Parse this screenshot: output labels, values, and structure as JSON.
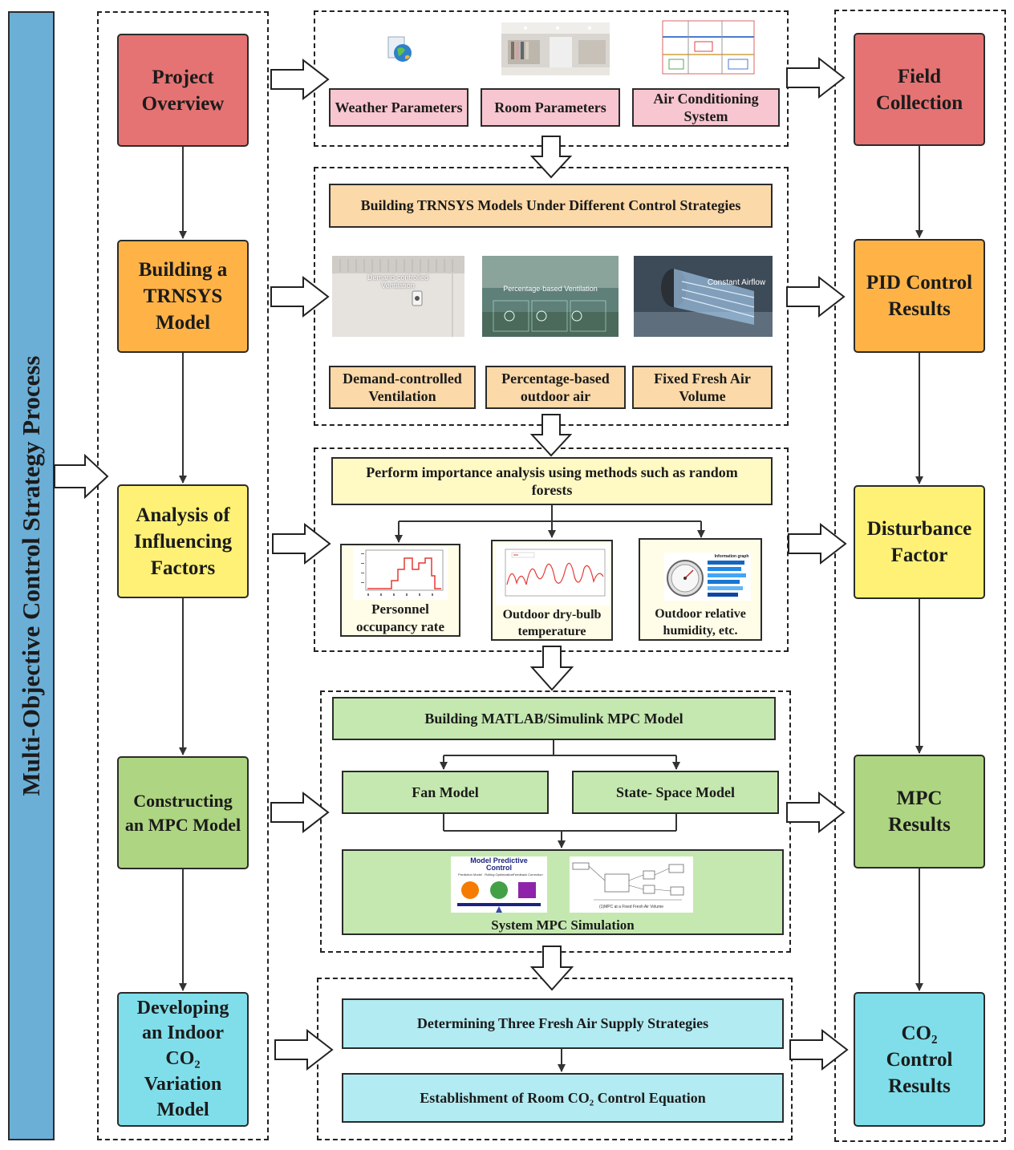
{
  "side_label": "Multi-Objective Control Strategy Process",
  "left_column": {
    "project_overview": "Project Overview",
    "building_trnsys": "Building a TRNSYS Model",
    "analysis_factors": "Analysis of Influencing Factors",
    "constructing_mpc": "Constructing an MPC Model",
    "developing_co2": "Developing an Indoor CO₂ Variation Model"
  },
  "right_column": {
    "field_collection": "Field Collection",
    "pid_results": "PID Control Results",
    "disturbance_factor": "Disturbance Factor",
    "mpc_results": "MPC Results",
    "co2_results": "CO₂ Control Results"
  },
  "section1": {
    "weather": "Weather Parameters",
    "room": "Room Parameters",
    "air_conditioning": "Air Conditioning System"
  },
  "section2": {
    "header": "Building TRNSYS Models Under Different Control Strategies",
    "demand": "Demand-controlled Ventilation",
    "percentage": "Percentage-based outdoor air",
    "fixed": "Fixed Fresh Air Volume",
    "photo1_caption": "Demand-controlled Ventilation",
    "photo2_caption": "Percentage-based Ventilation",
    "photo3_caption": "Constant Airflow"
  },
  "section3": {
    "header": "Perform importance analysis using methods such as random forests",
    "occupancy": "Personnel occupancy rate",
    "drybulb": "Outdoor dry-bulb temperature",
    "humidity": "Outdoor relative humidity, etc.",
    "humidity_chart_title": "Information graph"
  },
  "section4": {
    "header": "Building MATLAB/Simulink MPC Model",
    "fan": "Fan Model",
    "state_space": "State- Space Model",
    "simulation": "System MPC Simulation",
    "mpc_graphic_title": "Model Predictive Control",
    "mpc_graphic_items": [
      "Prediction Model",
      "Rolling Optimization",
      "Feedback Correction"
    ],
    "simulink_caption": "(1)MPC at a Fixed Fresh Air Volume"
  },
  "section5": {
    "strategies": "Determining Three Fresh Air Supply Strategies",
    "equation": "Establishment of Room CO₂ Control Equation"
  },
  "colors": {
    "side_bar": "#6baed6",
    "red": "#e57373",
    "orange": "#ffb347",
    "yellow": "#fff176",
    "green": "#aed581",
    "teal": "#80deea"
  }
}
